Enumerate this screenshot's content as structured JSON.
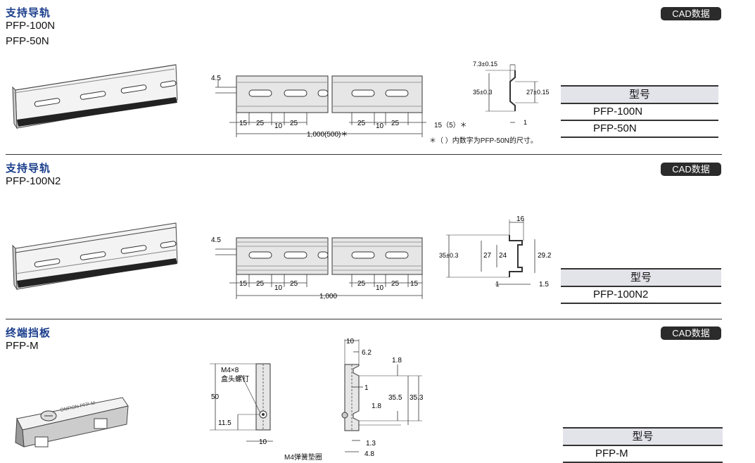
{
  "sections": [
    {
      "title": "支持导轨",
      "models": [
        "PFP-100N",
        "PFP-50N"
      ],
      "cad_label": "CAD数据",
      "table_header": "型号",
      "table_rows": [
        "PFP-100N",
        "PFP-50N"
      ],
      "note": "＊（ ）内数字为PFP-50N的尺寸。",
      "dims": {
        "d45": "4.5",
        "d15": "15",
        "d25": "25",
        "d10": "10",
        "total": "1,000(500)＊",
        "end": "15（5）＊",
        "p73": "7.3±0.15",
        "p35": "35±0.3",
        "p27": "27±0.15",
        "p1": "1"
      }
    },
    {
      "title": "支持导轨",
      "models": [
        "PFP-100N2"
      ],
      "cad_label": "CAD数据",
      "table_header": "型号",
      "table_rows": [
        "PFP-100N2"
      ],
      "dims": {
        "d45": "4.5",
        "d15": "15",
        "d25": "25",
        "d10": "10",
        "total": "1,000",
        "p16": "16",
        "p35": "35±0.3",
        "p27": "27",
        "p24": "24",
        "p292": "29.2",
        "p1": "1",
        "p15": "1.5"
      }
    },
    {
      "title": "终端挡板",
      "models": [
        "PFP-M"
      ],
      "cad_label": "CAD数据",
      "table_header": "型号",
      "table_rows": [
        "PFP-M"
      ],
      "dims": {
        "screw1": "M4×8",
        "screw2": "盒头螺钉",
        "d50": "50",
        "d115": "11.5",
        "d10": "10",
        "washer": "M4弹簧垫圈",
        "s10": "10",
        "s62": "6.2",
        "s18a": "1.8",
        "s1": "1",
        "s355": "35.5",
        "s353": "35.3",
        "s18b": "1.8",
        "s13": "1.3",
        "s48": "4.8"
      },
      "product_text": "OMRON PFP-M"
    }
  ]
}
